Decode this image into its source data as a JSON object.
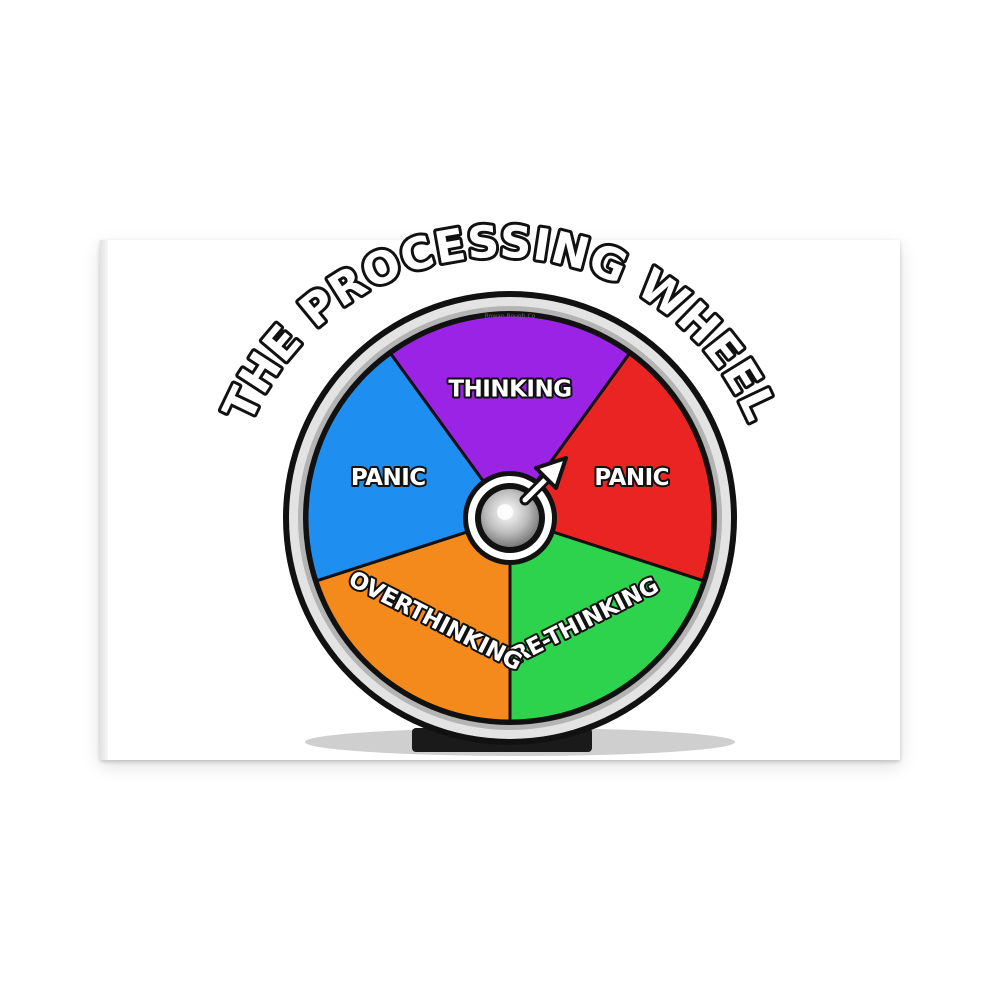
{
  "title": "THE PROCESSING WHEEL",
  "brand": "Rowan Rough Co",
  "wheel": {
    "segments": [
      {
        "label": "THINKING",
        "color": "#9b23e6"
      },
      {
        "label": "PANIC",
        "color": "#ea2323"
      },
      {
        "label": "RE-THINKING",
        "color": "#2ed34d"
      },
      {
        "label": "OVERTHINKING",
        "color": "#f48a1c"
      },
      {
        "label": "PANIC",
        "color": "#1e8ef0"
      }
    ],
    "pointer_target": "PANIC"
  },
  "colors": {
    "background": "#ffffff",
    "rim": "#c9c9c9",
    "outline": "#111111",
    "hub": "#d0d0d0"
  }
}
